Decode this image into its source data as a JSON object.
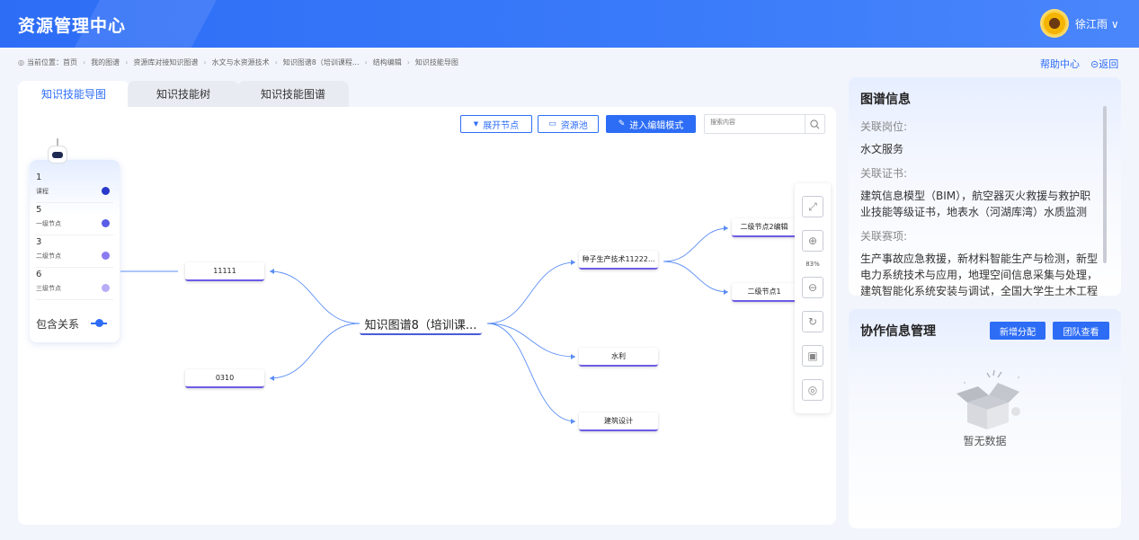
{
  "app": {
    "title": "资源管理中心",
    "user": "徐江雨 ∨"
  },
  "breadcrumb": {
    "prefix": "当前位置：",
    "items": [
      "首页",
      "我的图谱",
      "资源库对接知识图谱",
      "水文与水资源技术",
      "知识图谱8（培训课程...",
      "结构编辑",
      "知识技能导图"
    ]
  },
  "links": {
    "help": "帮助中心",
    "back": "返回"
  },
  "tabs": [
    "知识技能导图",
    "知识技能树",
    "知识技能图谱"
  ],
  "toolbar": {
    "expand": "展开节点",
    "pool": "资源池",
    "edit": "进入编辑模式",
    "search_placeholder": "搜索内容"
  },
  "legend": {
    "rows": [
      {
        "num": "1",
        "label": "课程",
        "color": "#2a39c9"
      },
      {
        "num": "5",
        "label": "一级节点",
        "color": "#5b5ce6"
      },
      {
        "num": "3",
        "label": "二级节点",
        "color": "#8a7cf0"
      },
      {
        "num": "6",
        "label": "三级节点",
        "color": "#b9acf5"
      }
    ],
    "relation": "包含关系"
  },
  "mindmap": {
    "root": "知识图谱8（培训课...",
    "left": [
      "11111",
      "0310"
    ],
    "right": [
      "种子生产技术11222...",
      "水利",
      "建筑设计"
    ],
    "level2": [
      "二级节点2编辑",
      "二级节点1"
    ]
  },
  "zoom": "83%",
  "info": {
    "title": "图谱信息",
    "post_label": "关联岗位:",
    "post_value": "水文服务",
    "cert_label": "关联证书:",
    "cert_value": "建筑信息模型（BIM），航空器灭火救援与救护职业技能等级证书，地表水（河湖库湾）水质监测",
    "comp_label": "关联赛项:",
    "comp_value": "生产事故应急救援，新材料智能生产与检测，新型电力系统技术与应用，地理空间信息采集与处理，建筑智能化系统安装与调试，全国大学生土木工程"
  },
  "collab": {
    "title": "协作信息管理",
    "assign": "新增分配",
    "team": "团队查看",
    "empty": "暂无数据"
  }
}
